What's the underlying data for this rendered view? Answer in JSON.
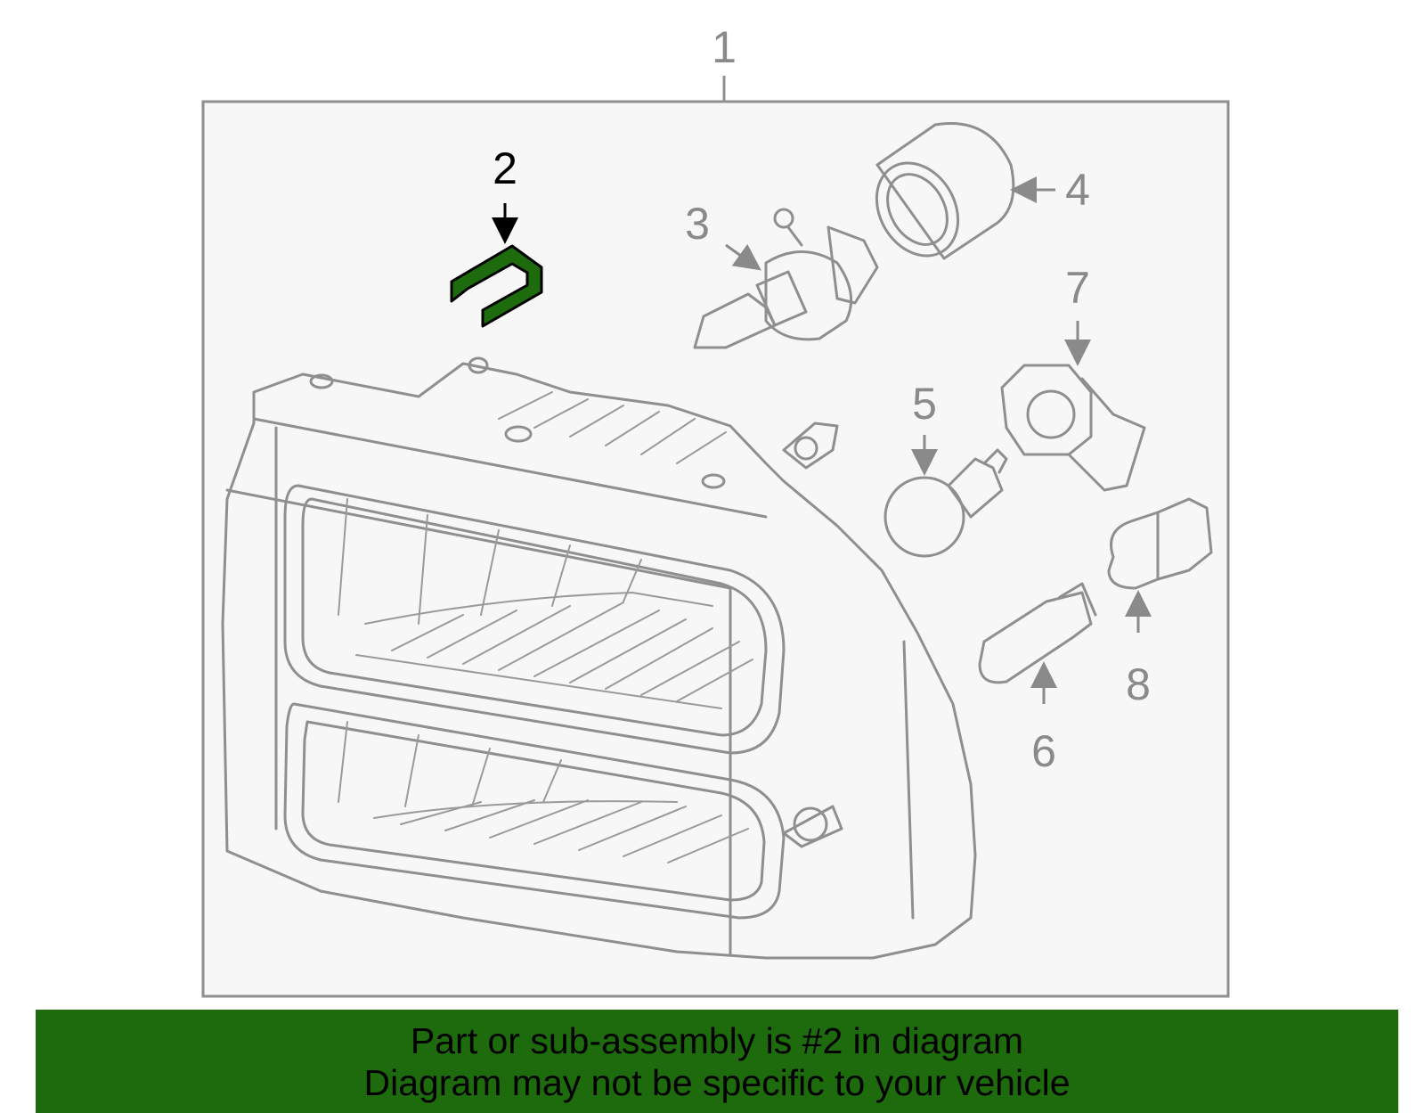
{
  "callouts": {
    "c1": "1",
    "c2": "2",
    "c3": "3",
    "c4": "4",
    "c5": "5",
    "c6": "6",
    "c7": "7",
    "c8": "8"
  },
  "highlighted_part": "2",
  "colors": {
    "highlight": "#1e6b0e",
    "line": "#8f8f8f",
    "frame_bg": "#f7f7f7"
  },
  "banner": {
    "line1": "Part or sub-assembly is #2 in diagram",
    "line2": "Diagram may not be specific to your vehicle"
  }
}
